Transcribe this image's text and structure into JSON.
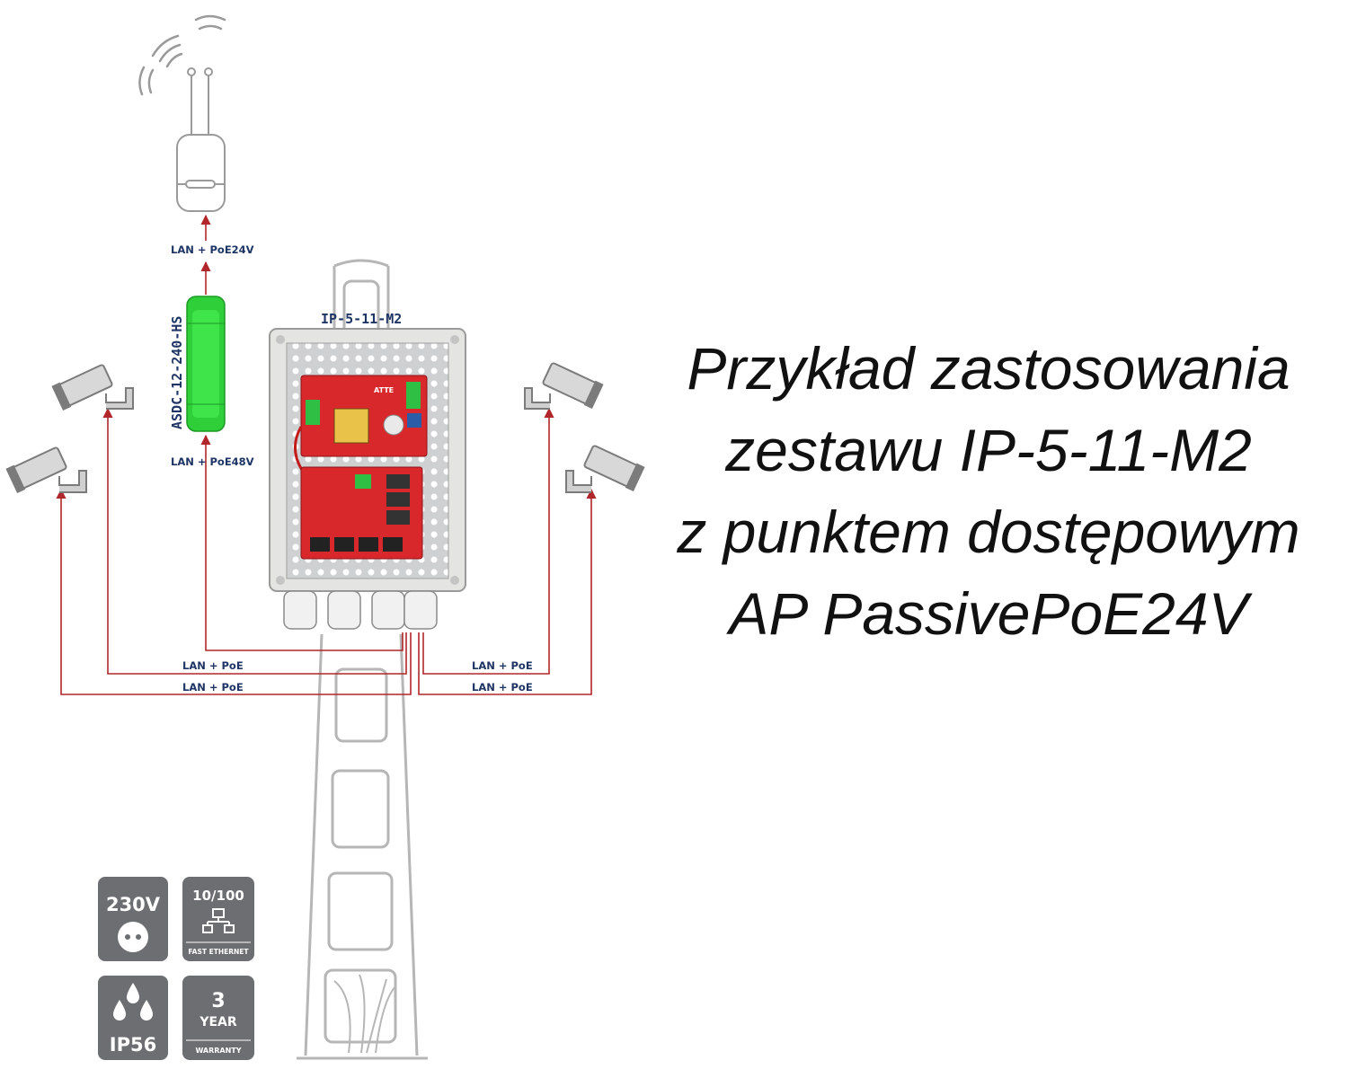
{
  "title": {
    "lines": [
      "Przykład zastosowania",
      "zestawu IP-5-11-M2",
      "z punktem dostępowym",
      "AP PassivePoE24V"
    ]
  },
  "diagram": {
    "enclosure_label": "IP-5-11-M2",
    "converter_label": "ASDC-12-240-HS",
    "top_link_label": "LAN + PoE24V",
    "bottom_link_label": "LAN + PoE48V",
    "camera_links": [
      "LAN + PoE",
      "LAN + PoE",
      "LAN + PoE",
      "LAN + PoE"
    ],
    "pcb_brand": "ATTE"
  },
  "badges": {
    "power": {
      "text": "230V"
    },
    "network": {
      "top": "10/100",
      "bottom": "FAST ETHERNET"
    },
    "ip": {
      "text": "IP56"
    },
    "warranty": {
      "number": "3",
      "unit": "YEAR",
      "bottom": "WARRANTY"
    }
  },
  "colors": {
    "link_line": "#b0262b",
    "label_text": "#1f3565",
    "converter_green": "#2fcf3a",
    "pcb_red": "#d9282c",
    "badge_gray": "#6d6e71"
  }
}
